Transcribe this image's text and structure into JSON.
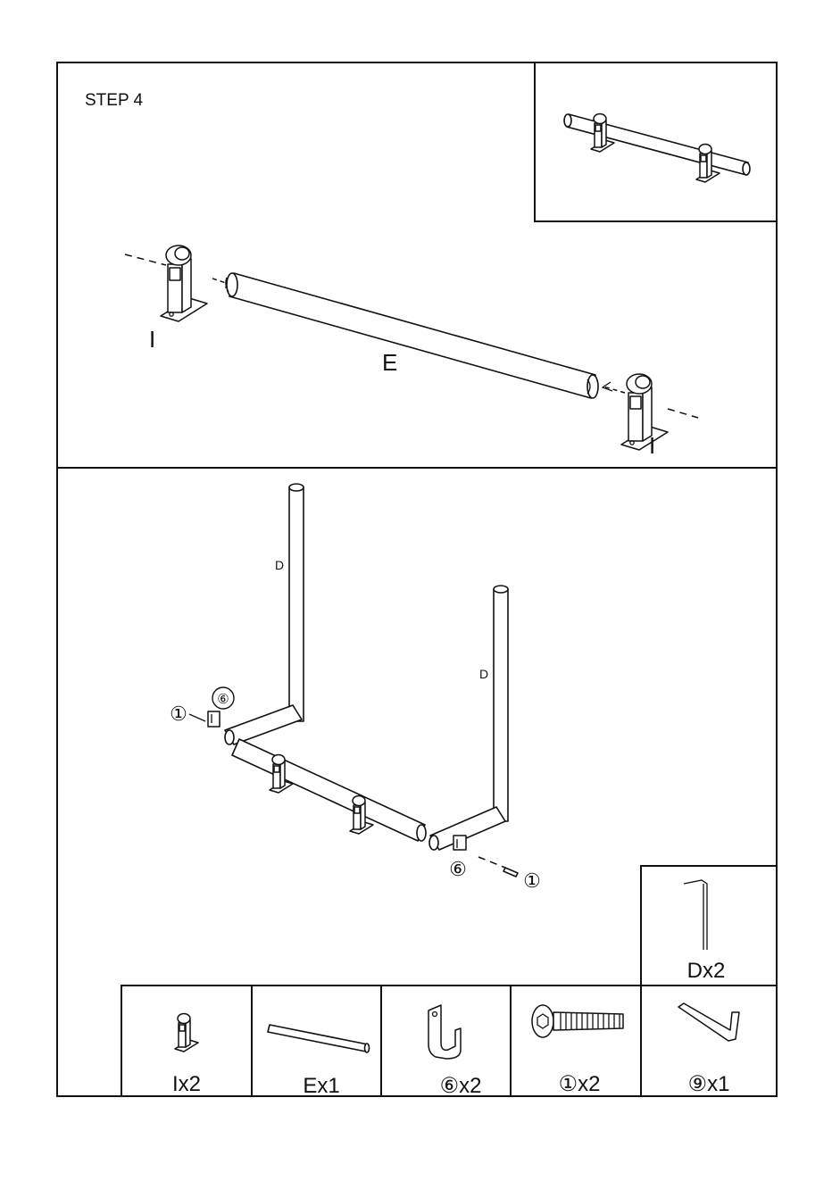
{
  "step_title": "STEP 4",
  "top_panel": {
    "bracket_left_label": "I",
    "bracket_right_label": "I",
    "tube_label": "E"
  },
  "bottom_panel": {
    "upright_left_label": "D",
    "upright_right_label": "D",
    "callout_bolt_left": "①",
    "callout_hook_left": "⑥",
    "callout_hook_right": "⑥",
    "callout_bolt_right": "①"
  },
  "parts": [
    {
      "icon": "bracket-icon",
      "label": "Ix2"
    },
    {
      "icon": "tube-icon",
      "label": "Ex1"
    },
    {
      "icon": "hook-icon",
      "label": "⑥x2"
    },
    {
      "icon": "bolt-icon",
      "label": "①x2"
    },
    {
      "icon": "allen-key-icon",
      "label": "⑨x1"
    }
  ],
  "upright_part": {
    "icon": "upright-tube-icon",
    "label": "Dx2"
  }
}
